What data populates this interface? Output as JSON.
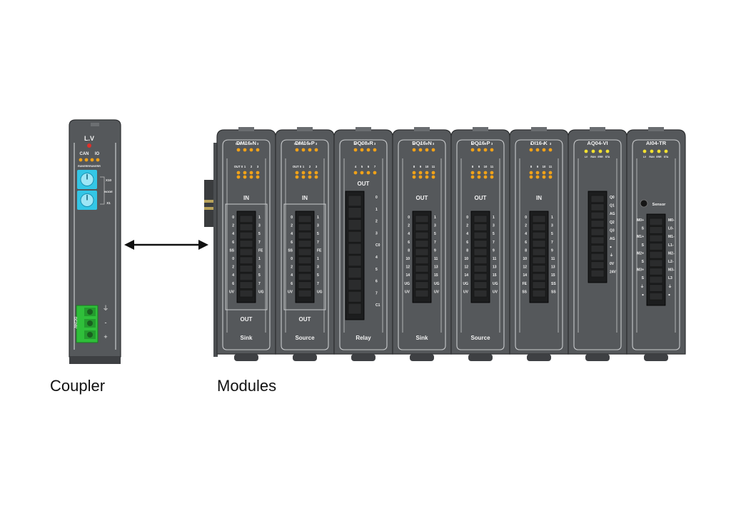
{
  "coupler": {
    "caption": "Coupler",
    "title": "L.V",
    "can_label": "CAN",
    "io_label": "IO",
    "led_labels": [
      "RUN",
      "ERR",
      "RUN",
      "ERR"
    ],
    "dial_side_labels": [
      "X10",
      "NODE",
      "X1"
    ],
    "connector_text": "DC24V",
    "pin_symbols": [
      "⏚",
      "-",
      "+"
    ]
  },
  "modules_caption": "Modules",
  "modules": [
    {
      "id": "dm16n",
      "model": "DM16-N",
      "bottom": "Sink",
      "kind": "mixed",
      "row_in": [
        "IN 0",
        "1",
        "2",
        "3"
      ],
      "row_out": [
        "OUT 0",
        "1",
        "2",
        "3"
      ],
      "top_label": "IN",
      "bottom_label": "OUT",
      "left_pins": [
        "0",
        "2",
        "4",
        "6",
        "SS",
        "0",
        "2",
        "4",
        "6",
        "UV"
      ],
      "right_pins": [
        "1",
        "3",
        "5",
        "7",
        "FE",
        "1",
        "3",
        "5",
        "7",
        "UG"
      ]
    },
    {
      "id": "dm16p",
      "model": "DM16-P",
      "bottom": "Source",
      "kind": "mixed",
      "row_in": [
        "IN 0",
        "1",
        "2",
        "3"
      ],
      "row_out": [
        "OUT 0",
        "1",
        "2",
        "3"
      ],
      "top_label": "IN",
      "bottom_label": "OUT",
      "left_pins": [
        "0",
        "2",
        "4",
        "6",
        "SS",
        "0",
        "2",
        "4",
        "6",
        "UV"
      ],
      "right_pins": [
        "1",
        "3",
        "5",
        "7",
        "FE",
        "1",
        "3",
        "5",
        "7",
        "UG"
      ]
    },
    {
      "id": "dq08r",
      "model": "DQ08-R",
      "bottom": "Relay",
      "kind": "relay",
      "row_in": [
        "0",
        "1",
        "2",
        "3"
      ],
      "row_out": [
        "4",
        "5",
        "6",
        "7"
      ],
      "top_label": "OUT",
      "bottom_label": "",
      "left_pins": [],
      "right_pins": [
        "0",
        "1",
        "2",
        "3",
        "C0",
        "4",
        "5",
        "6",
        "7",
        "C1"
      ]
    },
    {
      "id": "dq16n",
      "model": "DQ16-N",
      "bottom": "Sink",
      "kind": "digital",
      "row_in": [
        "0",
        "1",
        "2",
        "3"
      ],
      "row_out": [
        "8",
        "9",
        "10",
        "11"
      ],
      "top_label": "OUT",
      "bottom_label": "",
      "left_pins": [
        "0",
        "2",
        "4",
        "6",
        "8",
        "10",
        "12",
        "14",
        "UG",
        "UV"
      ],
      "right_pins": [
        "1",
        "3",
        "5",
        "7",
        "9",
        "11",
        "13",
        "15",
        "UG",
        "UV"
      ]
    },
    {
      "id": "dq16p",
      "model": "DQ16-P",
      "bottom": "Source",
      "kind": "digital",
      "row_in": [
        "0",
        "1",
        "2",
        "3"
      ],
      "row_out": [
        "8",
        "9",
        "10",
        "11"
      ],
      "top_label": "OUT",
      "bottom_label": "",
      "left_pins": [
        "0",
        "2",
        "4",
        "6",
        "8",
        "10",
        "12",
        "14",
        "UG",
        "UV"
      ],
      "right_pins": [
        "1",
        "3",
        "5",
        "7",
        "9",
        "11",
        "13",
        "15",
        "UG",
        "UV"
      ]
    },
    {
      "id": "di16k",
      "model": "DI16-K",
      "bottom": "",
      "kind": "digital",
      "row_in": [
        "0",
        "1",
        "2",
        "3"
      ],
      "row_out": [
        "8",
        "9",
        "10",
        "11"
      ],
      "top_label": "IN",
      "bottom_label": "",
      "left_pins": [
        "0",
        "2",
        "4",
        "6",
        "8",
        "10",
        "12",
        "14",
        "FE",
        "SS"
      ],
      "right_pins": [
        "1",
        "3",
        "5",
        "7",
        "9",
        "11",
        "13",
        "15",
        "SS",
        "SS"
      ]
    },
    {
      "id": "aq04vi",
      "model": "AQ04-VI",
      "bottom": "",
      "kind": "analog-out",
      "led_labels": [
        "LV",
        "RUN",
        "ERR",
        "STA"
      ],
      "top_label": "",
      "bottom_label": "",
      "left_pins": [],
      "right_pins": [
        "Q0",
        "Q1",
        "AG",
        "Q2",
        "Q3",
        "AG",
        "●",
        "⏚",
        "0V",
        "24V"
      ]
    },
    {
      "id": "ai04tr",
      "model": "AI04-TR",
      "bottom": "",
      "kind": "analog-in",
      "led_labels": [
        "LV",
        "RUN",
        "ERR",
        "STA"
      ],
      "sensor_label": "Sensor",
      "top_label": "",
      "bottom_label": "",
      "left_pins": [
        "M0+",
        "S",
        "M1+",
        "S",
        "M2+",
        "S",
        "M3+",
        "S",
        "⏚",
        "●"
      ],
      "right_pins": [
        "M0-",
        "L0-",
        "M1-",
        "L1-",
        "M2-",
        "L2-",
        "M3-",
        "L3",
        "⏚",
        "●"
      ]
    }
  ],
  "colors": {
    "housing": "#55585b",
    "housing_dark": "#3e4043",
    "outline": "#c9cbcd",
    "led": "#f0a219",
    "led_red": "#e0302a",
    "dial": "#33c6e6",
    "green_connector": "#2fbf3a",
    "terminal": "#1c1d1e"
  }
}
